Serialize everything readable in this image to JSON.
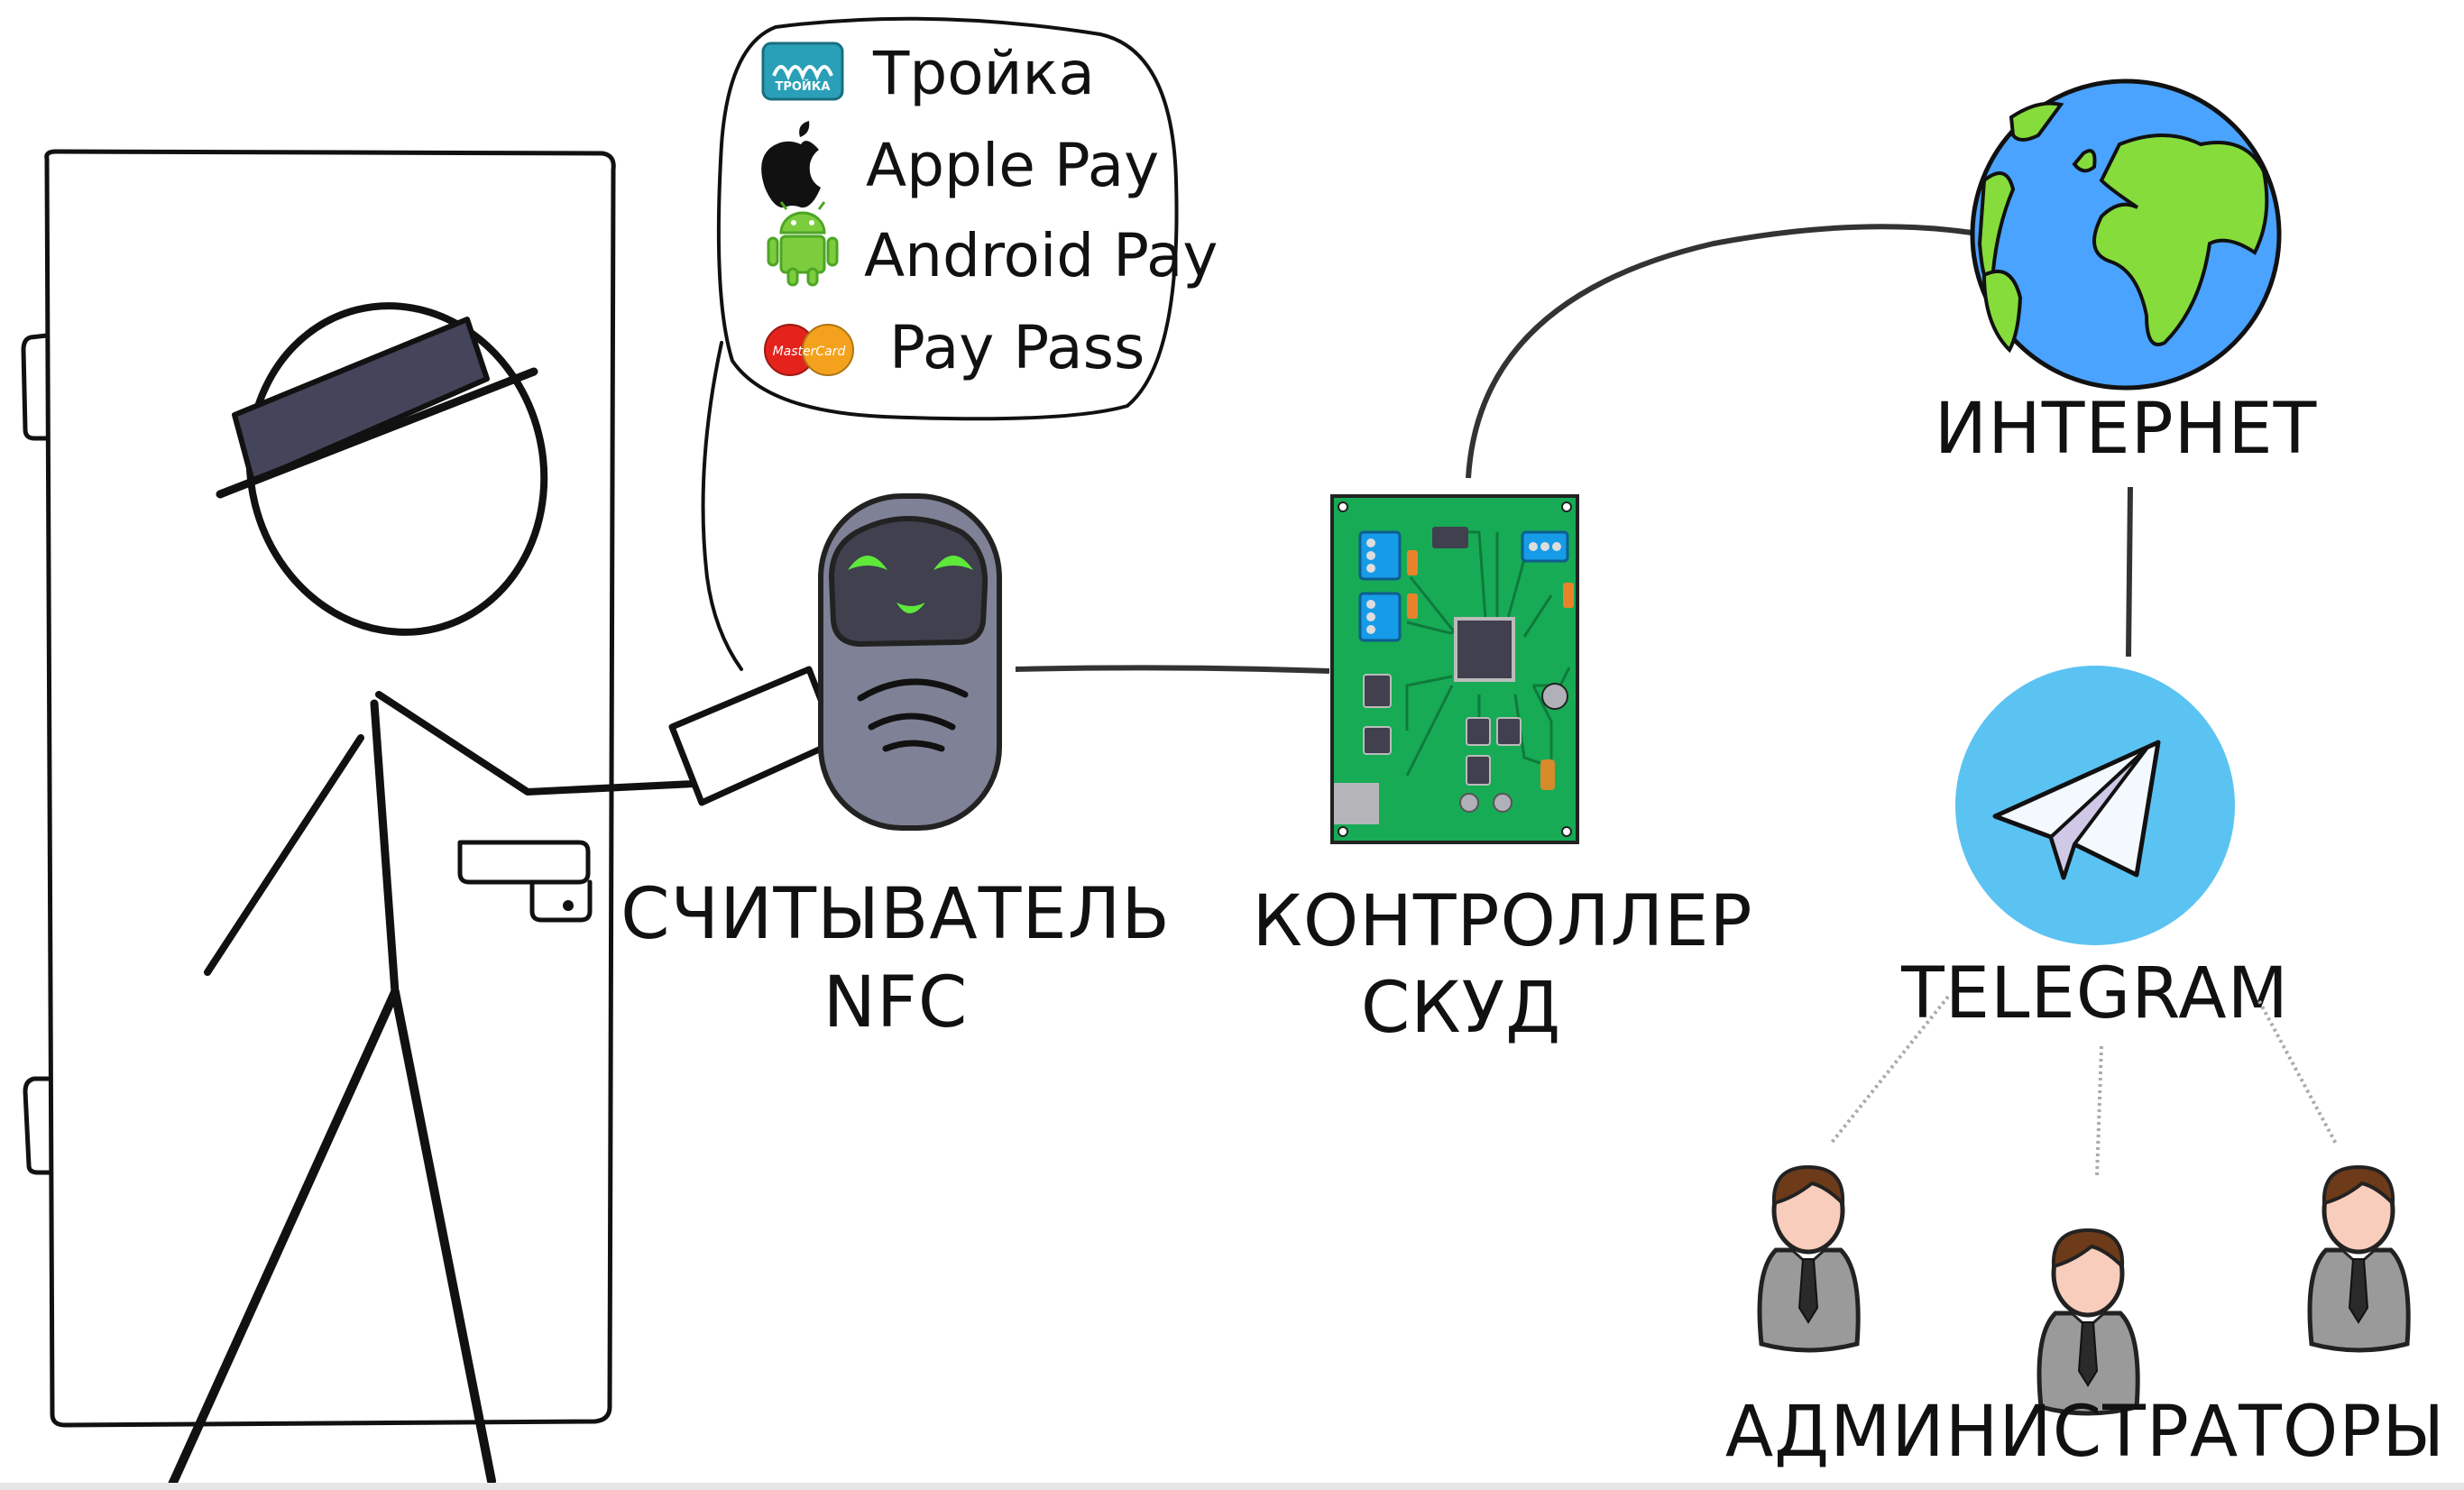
{
  "title": "NFC access control scheme with Telegram notifications",
  "payment_bubble": {
    "items": [
      {
        "label": "Тройка",
        "icon": "troika-card-icon",
        "badge_text": "ТРОЙКА"
      },
      {
        "label": "Apple Pay",
        "icon": "apple-logo-icon"
      },
      {
        "label": "Android Pay",
        "icon": "android-robot-icon"
      },
      {
        "label": "Pay Pass",
        "icon": "mastercard-logo-icon",
        "badge_text": "MasterCard"
      }
    ]
  },
  "nodes": {
    "reader": {
      "line1": "СЧИТЫВАТЕЛЬ",
      "line2": "NFC"
    },
    "controller": {
      "line1": "КОНТРОЛЛЕР",
      "line2": "СКУД"
    },
    "internet": {
      "label": "ИНТЕРНЕТ"
    },
    "telegram": {
      "label": "TELEGRAM"
    },
    "admins": {
      "label": "АДМИНИСТРАТОРЫ",
      "count": 3
    }
  },
  "colors": {
    "ink": "#111111",
    "reader_body": "#7f8196",
    "reader_screen": "#40404f",
    "reader_face": "#5ee83a",
    "pcb_green": "#17ab55",
    "pcb_trace": "#0f7a3c",
    "pcb_chip": "#40404f",
    "terminal_blue": "#169be8",
    "capacitor_orange": "#e8832a",
    "ocean": "#4aa3ff",
    "land": "#86dc3a",
    "telegram_blue": "#5bc3f2",
    "plane_white": "#f4f9ff",
    "plane_fold": "#cfc8e6",
    "hat": "#44445a",
    "admin_hair": "#6d3a1a",
    "admin_skin": "#f8cdbb",
    "admin_suit": "#9a9a9a",
    "admin_tie": "#2a2a2a",
    "troika_teal": "#2aa0b8",
    "mc_red": "#e3231c",
    "mc_orange": "#f4a21d",
    "android_green": "#7ccd3e"
  }
}
